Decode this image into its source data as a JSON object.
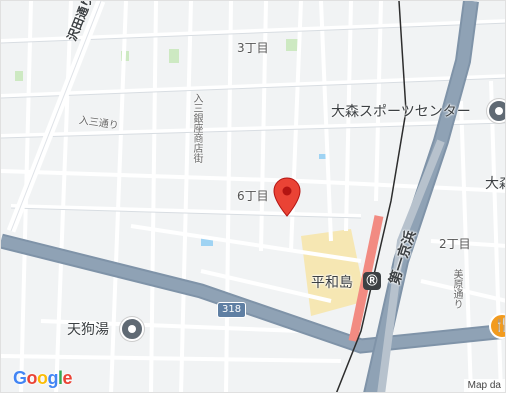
{
  "map": {
    "labels": {
      "chome3": "3丁目",
      "chome6": "6丁目",
      "chome2": "2丁目",
      "sawada": "沢田通り",
      "irisan": "入三通り",
      "shotengai": "入三銀座商店街",
      "omori_sports": "大森スポーツセンター",
      "omori": "大森",
      "heiwajima": "平和島",
      "daiichi_keihin": "第一京浜",
      "minatomichi": "美原通り",
      "tengu": "天狗湯"
    },
    "route_number": "318",
    "station_icon": "Ⓡ",
    "food_icon": "🍴",
    "google_logo": [
      "G",
      "o",
      "o",
      "g",
      "l",
      "e"
    ],
    "google_colors": [
      "#4285F4",
      "#EA4335",
      "#FBBC05",
      "#4285F4",
      "#34A853",
      "#EA4335"
    ],
    "attribution": "Map da",
    "colors": {
      "pin": "#EA4335",
      "highway": "#7f93a8",
      "rail_highlight": "#f28b82",
      "block": "#f6e7b3",
      "park": "#cde9c2",
      "water": "#9fd3f3"
    }
  }
}
